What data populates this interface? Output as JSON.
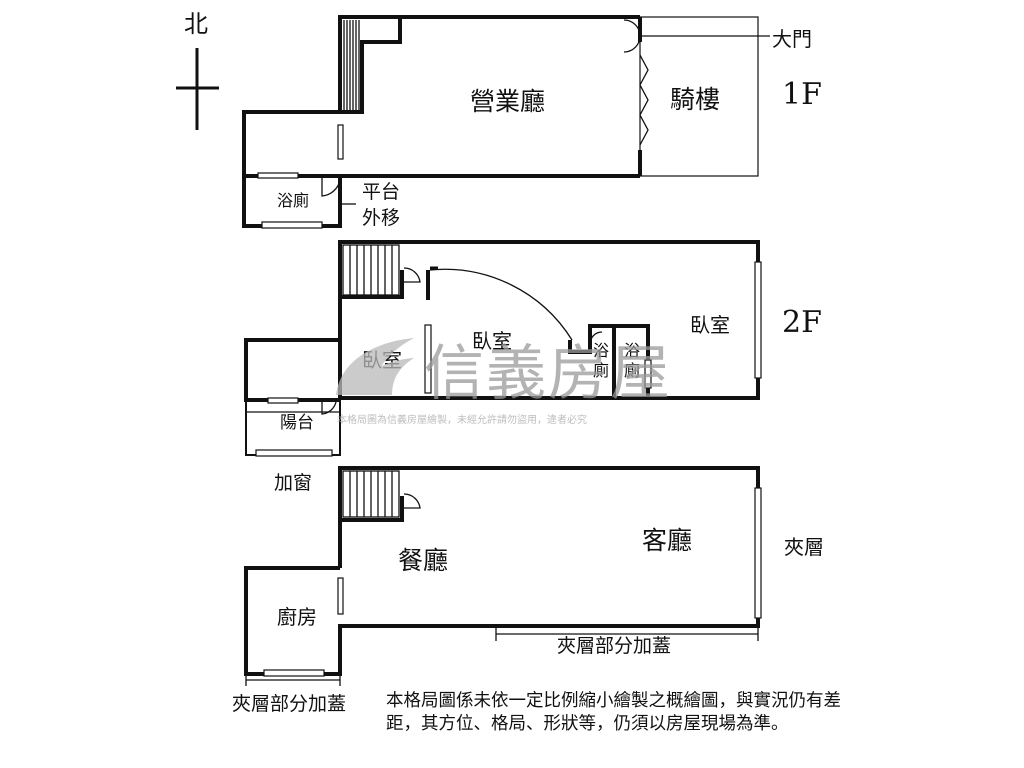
{
  "compass": {
    "north_label": "北"
  },
  "floors": [
    {
      "id": "1F",
      "label": "1F",
      "rooms": [
        "營業廳",
        "騎樓",
        "浴廁"
      ],
      "notes": [
        "大門",
        "平台",
        "外移"
      ]
    },
    {
      "id": "2F",
      "label": "2F",
      "rooms": [
        "臥室",
        "臥室",
        "臥室",
        "浴廁",
        "浴廁",
        "陽台"
      ],
      "notes": [
        "加窗"
      ]
    },
    {
      "id": "mezzanine",
      "label": "夾層",
      "rooms": [
        "客廳",
        "餐廳",
        "廚房"
      ],
      "notes": [
        "夾層部分加蓋",
        "夾層部分加蓋"
      ]
    }
  ],
  "labels": {
    "north": "北",
    "front_door": "大門",
    "business_hall": "營業廳",
    "arcade": "騎樓",
    "floor_1f": "1F",
    "bath_1f": "浴廁",
    "platform": "平台",
    "moved_out": "外移",
    "bedroom_left": "臥室",
    "bedroom_mid": "臥室",
    "bedroom_right": "臥室",
    "bath_2f_a": "浴廁",
    "bath_2f_b": "浴廁",
    "floor_2f": "2F",
    "balcony": "陽台",
    "add_window": "加窗",
    "living_room": "客廳",
    "dining_room": "餐廳",
    "kitchen": "廚房",
    "mezzanine": "夾層",
    "mezz_addition_right": "夾層部分加蓋",
    "mezz_addition_left": "夾層部分加蓋"
  },
  "watermark": {
    "brand": "信義房屋",
    "copyright": "本格局圖為信義房屋繪製，未經允許請勿盜用，違者必究"
  },
  "disclaimer": "本格局圖係未依一定比例縮小繪製之概繪圖，與實況仍有差距，其方位、格局、形狀等，仍須以房屋現場為準。",
  "colors": {
    "line": "#111111",
    "watermark": "#9a9a9a",
    "background": "#ffffff"
  }
}
